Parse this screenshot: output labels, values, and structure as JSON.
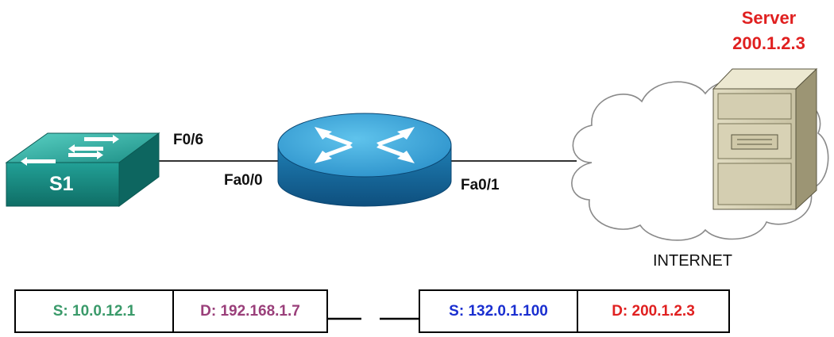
{
  "switch": {
    "label": "S1"
  },
  "router": {},
  "server": {
    "title": "Server",
    "ip": "200.1.2.3",
    "color": "#e02020"
  },
  "cloud": {
    "label": "INTERNET"
  },
  "ports": {
    "switch_port": "F0/6",
    "router_inside": "Fa0/0",
    "router_outside": "Fa0/1"
  },
  "packets": {
    "left": {
      "source": {
        "text": "S: 10.0.12.1",
        "color": "#3a9a6a"
      },
      "destination": {
        "text": "D: 192.168.1.7",
        "color": "#9a3f7a"
      }
    },
    "right": {
      "source": {
        "text": "S: 132.0.1.100",
        "color": "#1a2fd0"
      },
      "destination": {
        "text": "D: 200.1.2.3",
        "color": "#e02020"
      }
    }
  }
}
